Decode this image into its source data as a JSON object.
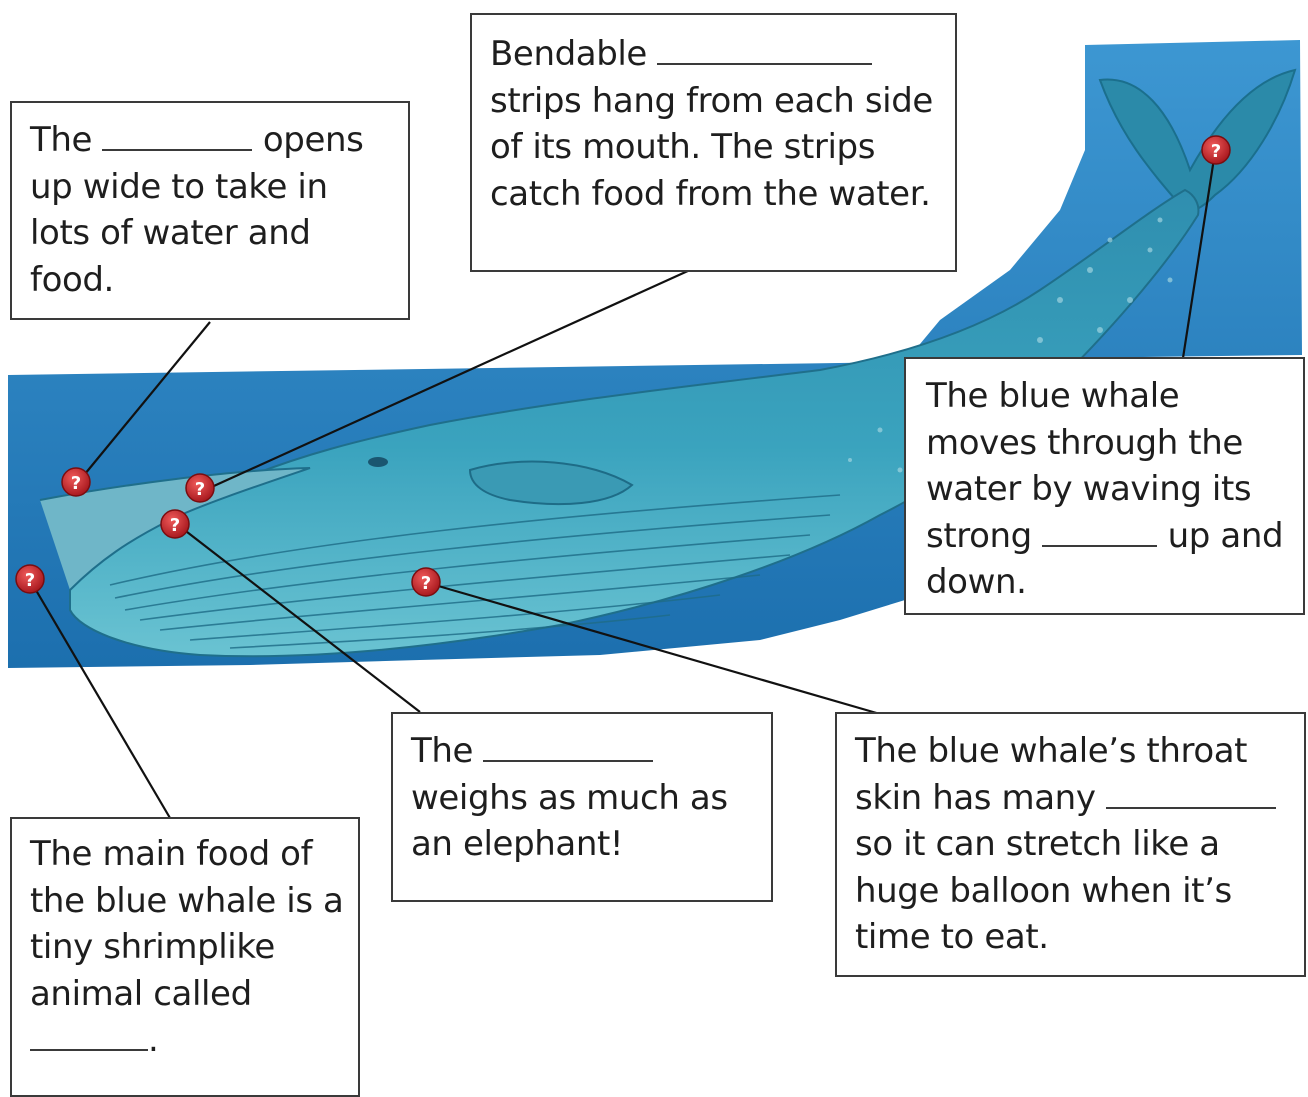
{
  "colors": {
    "water_dark": "#1f74b3",
    "water_light": "#3a94cf",
    "whale_body": "#2e8db0",
    "whale_belly": "#4fb3c9",
    "pin_red": "#c41e24",
    "box_border": "#3a3a3a"
  },
  "pin_symbol": "?",
  "labels": {
    "mouth": {
      "before": "The",
      "after": "opens up wide to take in lots of water and food."
    },
    "baleen": {
      "before": "Bendable",
      "after": "strips hang from each side of its mouth. The strips catch food from the water."
    },
    "tail": {
      "before": "The blue whale moves through the water by waving its strong",
      "after": "up and down."
    },
    "tongue": {
      "before": "The",
      "after": "weighs as much as an elephant!"
    },
    "throat": {
      "before": "The blue whale’s throat skin has many",
      "after": "so it can stretch like a huge balloon when it’s time to eat."
    },
    "food": {
      "before": "The main food of the blue whale is a tiny shrimplike animal called",
      "after": "."
    }
  }
}
